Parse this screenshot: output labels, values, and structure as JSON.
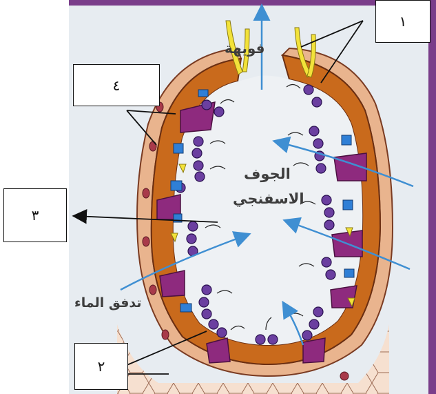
{
  "labels": {
    "mouth": "فويهة",
    "cavity_line1": "الجوف",
    "cavity_line2": "الاسفنجي",
    "water_flow": "تدفق الماء"
  },
  "callouts": [
    {
      "id": "1",
      "text": "١"
    },
    {
      "id": "2",
      "text": "٢"
    },
    {
      "id": "3",
      "text": "٣"
    },
    {
      "id": "4",
      "text": "٤"
    }
  ],
  "colors": {
    "outer_layer": "#e9b48e",
    "mesohyl": "#c96a1c",
    "cavity": "#eef1f4",
    "collar_cell": "#6b3fa0",
    "porocyte": "#8e2a7e",
    "amoebocyte": "#2f7fd6",
    "spicule": "#f2e23a",
    "flow_arrow": "#3f8fd2"
  }
}
